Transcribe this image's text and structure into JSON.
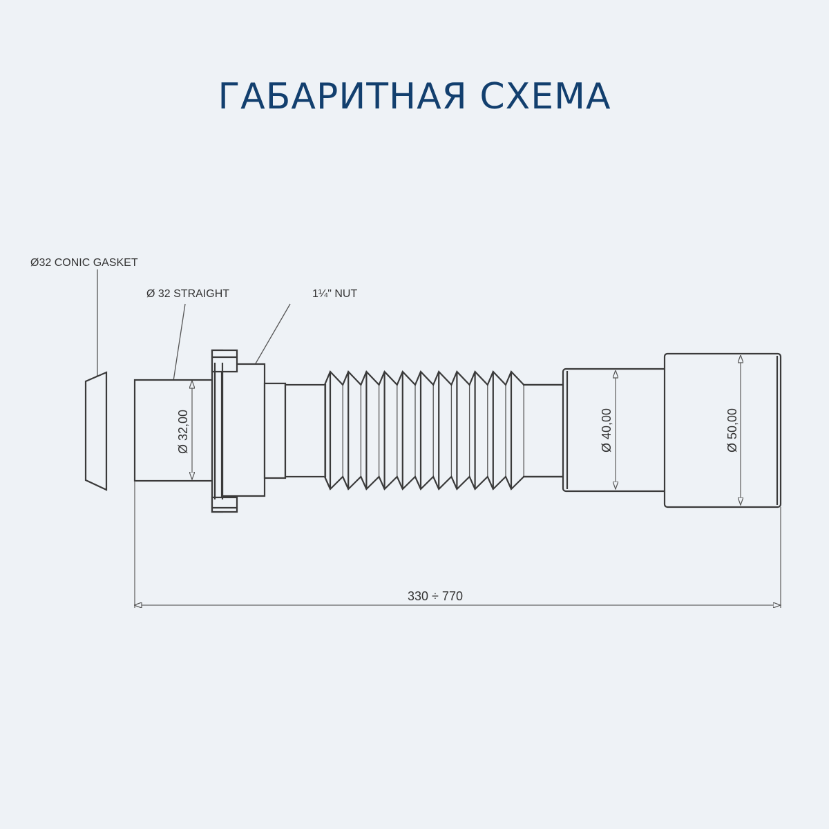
{
  "title": "ГАБАРИТНАЯ СХЕМА",
  "colors": {
    "background": "#eef2f6",
    "title": "#123f6e",
    "line": "#3a3a3a"
  },
  "callouts": {
    "gasket": "Ø32 CONIC GASKET",
    "straight": "Ø 32 STRAIGHT",
    "nut": "1¼\" NUT"
  },
  "dimensions": {
    "inlet_diameter": "Ø 32,00",
    "mid_diameter": "Ø 40,00",
    "outlet_diameter": "Ø 50,00",
    "overall_length": "330 ÷ 770"
  },
  "parts": [
    {
      "name": "conic gasket",
      "spec": "Ø32"
    },
    {
      "name": "straight pipe",
      "spec": "Ø32"
    },
    {
      "name": "nut",
      "spec": "1¼\""
    },
    {
      "name": "corrugated bellows",
      "ridges": 11
    },
    {
      "name": "outlet step",
      "spec": "Ø40"
    },
    {
      "name": "outlet socket",
      "spec": "Ø50"
    }
  ]
}
